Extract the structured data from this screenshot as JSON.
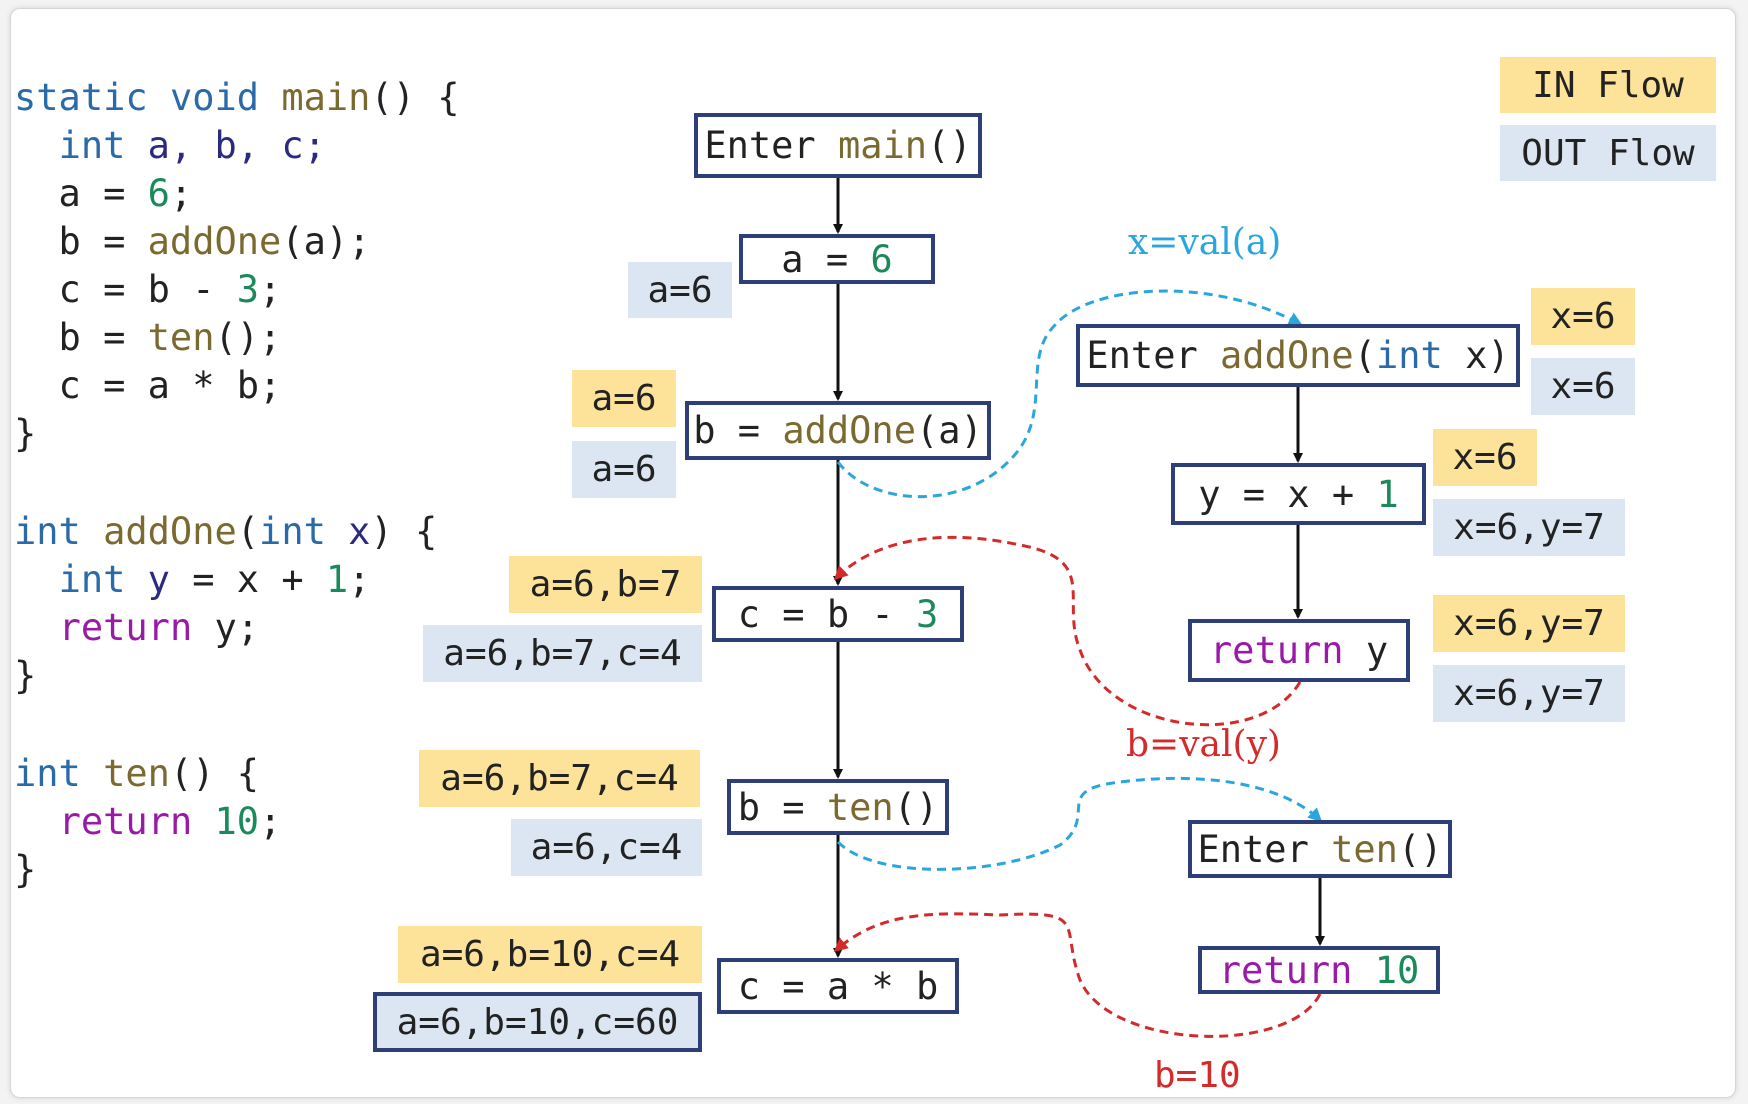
{
  "code": {
    "line1": [
      "static",
      " ",
      "void",
      " ",
      "main",
      "() {"
    ],
    "line2": [
      "  ",
      "int",
      " a, b, c;"
    ],
    "line3": [
      "  a = ",
      "6",
      ";"
    ],
    "line4": [
      "  b = ",
      "addOne",
      "(a);"
    ],
    "line5": [
      "  c = b - ",
      "3",
      ";"
    ],
    "line6": [
      "  b = ",
      "ten",
      "();"
    ],
    "line7": "  c = a * b;",
    "line8": "}",
    "line9": [
      "int",
      " ",
      "addOne",
      "(",
      "int",
      " ",
      "x",
      ") {"
    ],
    "line10": [
      "  ",
      "int",
      " ",
      "y",
      " = x + ",
      "1",
      ";"
    ],
    "line11": [
      "  ",
      "return",
      " y;"
    ],
    "line12": "}",
    "line13": [
      "int",
      " ",
      "ten",
      "() {"
    ],
    "line14": [
      "  ",
      "return",
      " ",
      "10",
      ";"
    ],
    "line15": "}"
  },
  "legend": {
    "in": "IN Flow",
    "out": "OUT Flow"
  },
  "nodes": {
    "enter_main": [
      "Enter ",
      "main",
      "()"
    ],
    "a_assign": [
      "a = ",
      "6"
    ],
    "b_addone": [
      "b = ",
      "addOne",
      "(a)"
    ],
    "c_minus": [
      "c = b - ",
      "3"
    ],
    "b_ten": [
      "b = ",
      "ten",
      "()"
    ],
    "c_mul": "c = a * b",
    "enter_addone": [
      "Enter ",
      "addOne",
      "(",
      "int",
      " x)"
    ],
    "y_assign": [
      "y = x + ",
      "1"
    ],
    "return_y": [
      "return",
      " y"
    ],
    "enter_ten": [
      "Enter ",
      "ten",
      "()"
    ],
    "return_10": [
      "return",
      " ",
      "10"
    ]
  },
  "facts": {
    "a_assign_out": "a=6",
    "b_addone_in": "a=6",
    "b_addone_out": "a=6",
    "c_minus_in": "a=6,b=7",
    "c_minus_out": "a=6,b=7,c=4",
    "b_ten_in": "a=6,b=7,c=4",
    "b_ten_out": "a=6,c=4",
    "c_mul_in": "a=6,b=10,c=4",
    "c_mul_out": "a=6,b=10,c=60",
    "enter_addone_in": "x=6",
    "enter_addone_out": "x=6",
    "y_assign_in": "x=6",
    "y_assign_out": "x=6,y=7",
    "return_y_in": "x=6,y=7",
    "return_y_out": "x=6,y=7"
  },
  "edge_labels": {
    "call_addone": "x=val(a)",
    "return_addone": "b=val(y)",
    "return_ten": "b=10"
  },
  "colors": {
    "node_border": "#2e3f78",
    "in_flow": "#fde29a",
    "out_flow": "#dbe6f2",
    "call_edge": "#2ba6dc",
    "return_edge": "#d42a2a"
  }
}
